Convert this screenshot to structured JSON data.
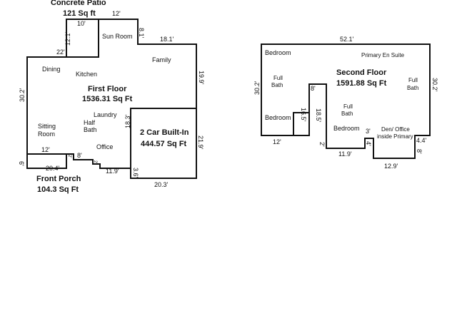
{
  "first_floor": {
    "patio_title": "Concrete Patio",
    "patio_area": "121 Sq ft",
    "floor_title": "First Floor",
    "floor_area": "1536.31 Sq Ft",
    "garage_title": "2 Car Built-In",
    "garage_area": "444.57 Sq Ft",
    "porch_title": "Front Porch",
    "porch_area": "104.3 Sq Ft",
    "rooms": {
      "sun_room": "Sun Room",
      "family": "Family",
      "dining": "Dining",
      "kitchen": "Kitchen",
      "laundry": "Laundry",
      "half_bath_1": "Half",
      "half_bath_2": "Bath",
      "sitting_1": "Sitting",
      "sitting_2": "Room",
      "office": "Office"
    },
    "dims": {
      "patio_top": "10'",
      "patio_left": "12.1'",
      "patio_bottom": "22'",
      "sun_top": "12'",
      "sun_right": "8.1'",
      "family_top": "18.1'",
      "family_right": "19.9'",
      "left": "30.2'",
      "porch_top": "12'",
      "porch_step_a": "2'",
      "porch_mid": "8'",
      "porch_step_b": "2'",
      "porch_bottom": "20.4'",
      "porch_left": "6'",
      "office_bottom": "11.9'",
      "garage_step": "3.6'",
      "garage_left": "18.3'",
      "garage_right": "21.9'",
      "garage_bottom": "20.3'"
    }
  },
  "second_floor": {
    "floor_title": "Second Floor",
    "floor_area": "1591.88 Sq Ft",
    "rooms": {
      "bedroom_a": "Bedroom",
      "primary_suite": "Primary En Suite",
      "full_bath_a1": "Full",
      "full_bath_a2": "Bath",
      "full_bath_b1": "Full",
      "full_bath_b2": "Bath",
      "bedroom_b": "Bedroom",
      "full_bath_c1": "Full",
      "full_bath_c2": "Bath",
      "bedroom_c": "Bedroom",
      "den_1": "Den/ Office",
      "den_2": "inside Primary"
    },
    "dims": {
      "top": "52.1'",
      "left": "30.2'",
      "right": "30.2'",
      "bottom_left": "12'",
      "notch_top": "8'",
      "notch_left": "16.5'",
      "notch_right": "18.5'",
      "step_a": "2'",
      "bottom_mid": "11.9'",
      "step_b": "3'",
      "step_c": "4'",
      "bottom_den": "12.9'",
      "step_d": "4.4'",
      "step_e": "8'"
    }
  }
}
